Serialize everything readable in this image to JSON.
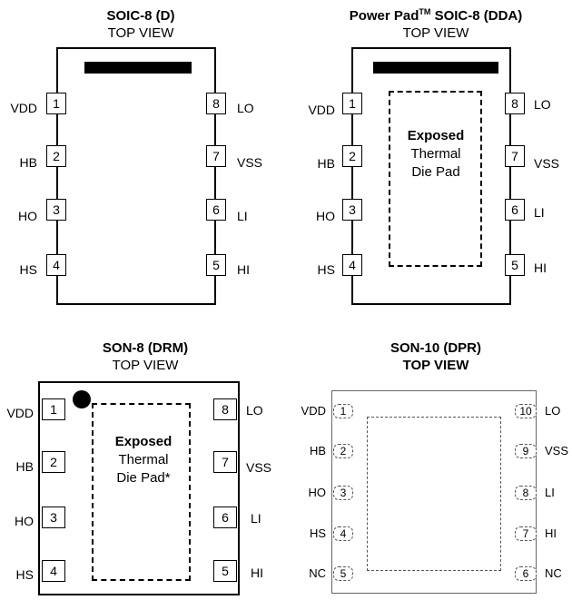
{
  "soic8": {
    "title": "SOIC-8 (D)",
    "subtitle": "TOP VIEW",
    "left_pins": [
      {
        "num": "1",
        "label": "VDD"
      },
      {
        "num": "2",
        "label": "HB"
      },
      {
        "num": "3",
        "label": "HO"
      },
      {
        "num": "4",
        "label": "HS"
      }
    ],
    "right_pins": [
      {
        "num": "8",
        "label": "LO"
      },
      {
        "num": "7",
        "label": "VSS"
      },
      {
        "num": "6",
        "label": "LI"
      },
      {
        "num": "5",
        "label": "HI"
      }
    ]
  },
  "soic8_dda": {
    "title_pre": "Power Pad",
    "title_sup": "TM",
    "title_post": " SOIC-8 (DDA)",
    "subtitle": "TOP VIEW",
    "pad_line1": "Exposed",
    "pad_line2": "Thermal",
    "pad_line3": "Die Pad",
    "left_pins": [
      {
        "num": "1",
        "label": "VDD"
      },
      {
        "num": "2",
        "label": "HB"
      },
      {
        "num": "3",
        "label": "HO"
      },
      {
        "num": "4",
        "label": "HS"
      }
    ],
    "right_pins": [
      {
        "num": "8",
        "label": "LO"
      },
      {
        "num": "7",
        "label": "VSS"
      },
      {
        "num": "6",
        "label": "LI"
      },
      {
        "num": "5",
        "label": "HI"
      }
    ]
  },
  "son8": {
    "title": "SON-8  (DRM)",
    "subtitle": "TOP VIEW",
    "pad_line1": "Exposed",
    "pad_line2": "Thermal",
    "pad_line3": "Die Pad*",
    "left_pins": [
      {
        "num": "1",
        "label": "VDD"
      },
      {
        "num": "2",
        "label": "HB"
      },
      {
        "num": "3",
        "label": "HO"
      },
      {
        "num": "4",
        "label": "HS"
      }
    ],
    "right_pins": [
      {
        "num": "8",
        "label": "LO"
      },
      {
        "num": "7",
        "label": "VSS"
      },
      {
        "num": "6",
        "label": "LI"
      },
      {
        "num": "5",
        "label": "HI"
      }
    ]
  },
  "son10": {
    "title": "SON-10 (DPR)",
    "subtitle": "TOP VIEW",
    "left_pins": [
      {
        "num": "1",
        "label": "VDD"
      },
      {
        "num": "2",
        "label": "HB"
      },
      {
        "num": "3",
        "label": "HO"
      },
      {
        "num": "4",
        "label": "HS"
      },
      {
        "num": "5",
        "label": "NC"
      }
    ],
    "right_pins": [
      {
        "num": "10",
        "label": "LO"
      },
      {
        "num": "9",
        "label": "VSS"
      },
      {
        "num": "8",
        "label": "LI"
      },
      {
        "num": "7",
        "label": "HI"
      },
      {
        "num": "6",
        "label": "NC"
      }
    ]
  }
}
